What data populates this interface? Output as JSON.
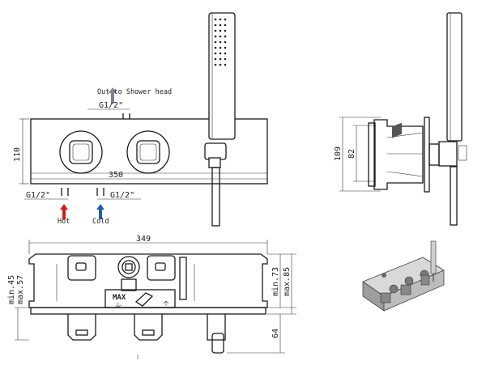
{
  "front_view": {
    "outlet_label": "Out to Shower head",
    "outlet_thread": "G1/2\"",
    "width": "350",
    "height": "110",
    "hot_thread": "G1/2\"",
    "cold_thread": "G1/2\"",
    "hot_label": "Hot",
    "cold_label": "Cold",
    "colors": {
      "hot_arrow": "#cc1e1e",
      "cold_arrow": "#1f5fae",
      "out_arrow": "#7c8590"
    }
  },
  "side_view": {
    "height_outer": "109",
    "height_inner": "82"
  },
  "plan_view": {
    "width": "349",
    "min_depth": "min.45",
    "max_depth": "max.57",
    "min_depth_right": "min.73",
    "max_depth_right": "max.85",
    "projection": "64",
    "max_marker": "MAX"
  }
}
